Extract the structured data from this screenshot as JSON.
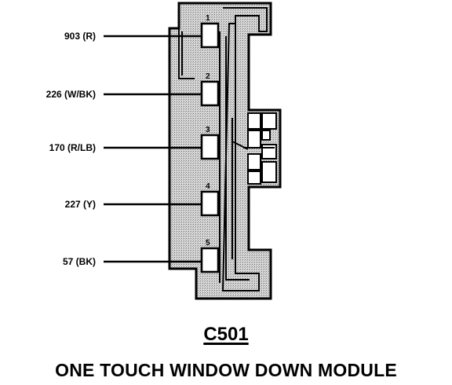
{
  "connector": {
    "id": "C501",
    "name": "ONE TOUCH WINDOW DOWN MODULE",
    "pins": [
      {
        "number": "1",
        "label": "903 (R)"
      },
      {
        "number": "2",
        "label": "226 (W/BK)"
      },
      {
        "number": "3",
        "label": "170 (R/LB)"
      },
      {
        "number": "4",
        "label": "227 (Y)"
      },
      {
        "number": "5",
        "label": "57 (BK)"
      }
    ]
  },
  "colors": {
    "line": "#000000",
    "housing_fill": "#c8c8c8",
    "background": "#ffffff"
  }
}
